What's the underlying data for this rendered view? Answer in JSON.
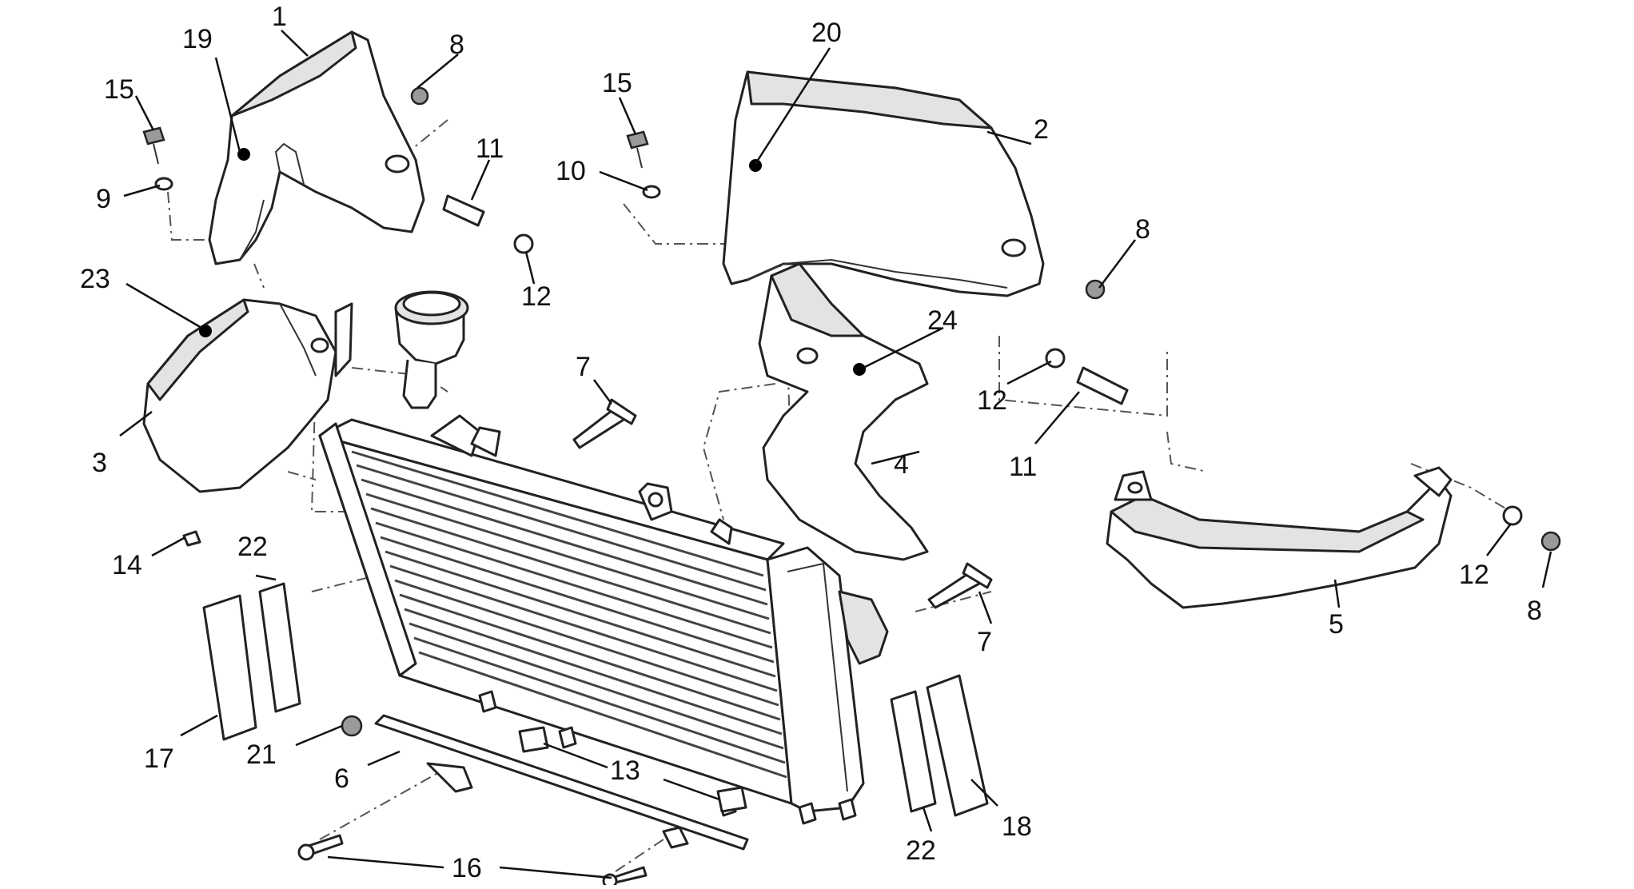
{
  "diagram": {
    "callouts": [
      "1",
      "2",
      "3",
      "4",
      "5",
      "6",
      "7",
      "7",
      "8",
      "8",
      "8",
      "9",
      "10",
      "11",
      "11",
      "12",
      "12",
      "12",
      "13",
      "14",
      "15",
      "15",
      "16",
      "17",
      "18",
      "19",
      "20",
      "21",
      "22",
      "22",
      "23",
      "24"
    ]
  },
  "colors": {
    "line": "#222222",
    "fill": "#ffffff",
    "shade": "#e3e3e3",
    "background": "#ffffff"
  }
}
